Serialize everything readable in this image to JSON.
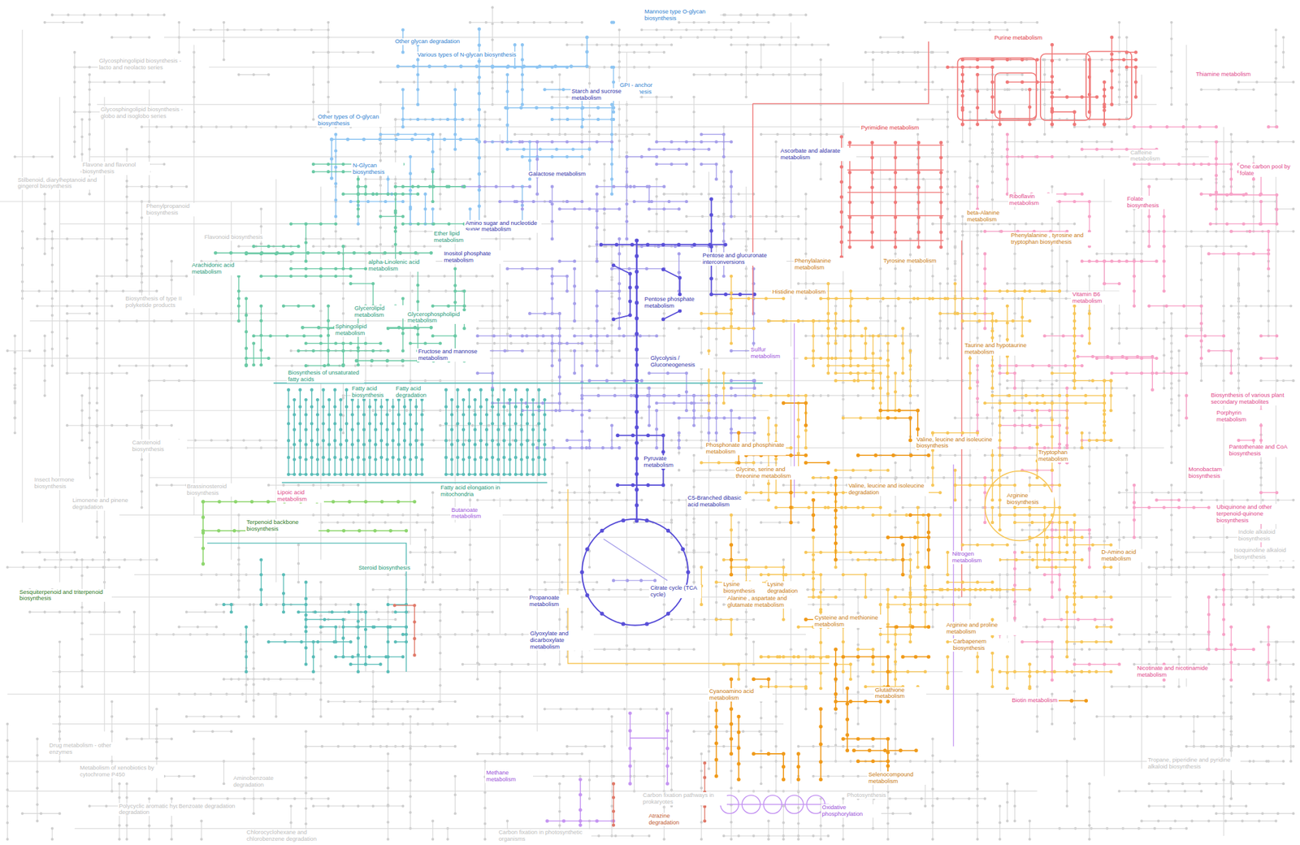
{
  "diagram": {
    "labels": [
      "Mannose type O-glycan biosynthesis",
      "Other glycan degradation",
      "Various types of N-glycan biosynthesis",
      "GPI - anchor biosynthesis",
      "Starch and sucrose metabolism",
      "Other types of O-glycan biosynthesis",
      "N-Glycan biosynthesis",
      "Galactose metabolism",
      "Ascorbate and aldarate metabolism",
      "Amino sugar and nucleotide sugar metabolism",
      "Inositol phosphate metabolism",
      "Pentose and glucuronate interconversions",
      "Pentose phosphate metabolism",
      "Fructose and mannose metabolism",
      "Glycolysis / Gluconeogenesis",
      "Pyruvate metabolism",
      "C5-Branched dibasic acid metabolism",
      "Citrate cycle (TCA cycle)",
      "Propanoate metabolism",
      "Glyoxylate and dicarboxylate metabolism",
      "Ether lipid metabolism",
      "Arachidonic acid metabolism",
      "alpha-Linolenic acid metabolism",
      "Glycerolipid metabolism",
      "Glycerophospholipid metabolism",
      "Sphingolipid metabolism",
      "Biosynthesis of unsaturated fatty acids",
      "Fatty acid biosynthesis",
      "Fatty acid degradation",
      "Fatty acid elongation in mitochondria",
      "Steroid biosynthesis",
      "Lipoic acid metabolism",
      "Butanoate metabolism",
      "Terpenoid backbone biosynthesis",
      "Sesquiterpenoid and triterpenoid biosynthesis",
      "Purine metabolism",
      "Pyrimidine metabolism",
      "Thiamine metabolism",
      "One carbon pool by folate",
      "Riboflavin metabolism",
      "Folate biosynthesis",
      "Vitamin B6 metabolism",
      "Biosynthesis of various plant secondary metabolites",
      "Porphyrin metabolism",
      "Pantothenate and CoA biosynthesis",
      "Monobactam biosynthesis",
      "Ubiquinone and other terpenoid-quinone biosynthesis",
      "Nicotinate and nicotinamide metabolism",
      "Biotin metabolism",
      "beta-Alanine metabolism",
      "Phenylalanine , tyrosine and tryptophan biosynthesis",
      "Tyrosine metabolism",
      "Phenylalanine metabolism",
      "Histidine metabolism",
      "Sulfur metabolism",
      "Taurine and hypotaurine metabolism",
      "Valine, leucine and isoleucine biosynthesis",
      "Tryptophan metabolism",
      "Phosphonate and phosphinate metabolism",
      "Glycine, serine and threonine metabolism",
      "Valine, leucine and isoleucine degradation",
      "Arginine biosynthesis",
      "Nitrogen metabolism",
      "D-Amino acid metabolism",
      "Lysine biosynthesis",
      "Lysine degradation",
      "Alanine , aspartate and glutamate metabolism",
      "Cysteine and methionine metabolism",
      "Arginine and proline metabolism",
      "Carbapenem biosynthesis",
      "Glutathione metabolism",
      "Cyanoamino acid metabolism",
      "Selenocompound metabolism",
      "Methane metabolism",
      "Atrazine degradation",
      "Oxidative phosphorylation",
      "Glycosphingolipid biosynthesis - lacto and neolacto series",
      "Glycosphingolipid biosynthesis - globo and isoglobo series",
      "Flavone and flavonol biosynthesis",
      "Stilbenoid, diarylheptanoid and gingerol biosynthesis",
      "Phenylpropanoid biosynthesis",
      "Flavonoid biosynthesis",
      "Biosynthesis of type II polyketide products",
      "Carotenoid biosynthesis",
      "Insect hormone biosynthesis",
      "Limonene and pinene degradation",
      "Brassinosteroid biosynthesis",
      "Drug metabolism - other enzymes",
      "Metabolism of xenobiotics by cytochrome P450",
      "Polycyclic aromatic hydrocarbon degradation",
      "Chlorocyclohexane and chlorobenzene degradation",
      "Aminobenzoate degradation",
      "Benzoate degradation",
      "Carbon fixation in photosynthetic organisms",
      "Carbon fixation pathways in prokaryotes",
      "Photosynthesis",
      "Caffeine metabolism",
      "Isoquinoline alkaloid biosynthesis",
      "Tropane, piperidine and pyridine alkaloid biosynthesis",
      "Indole alkaloid biosynthesis"
    ]
  }
}
